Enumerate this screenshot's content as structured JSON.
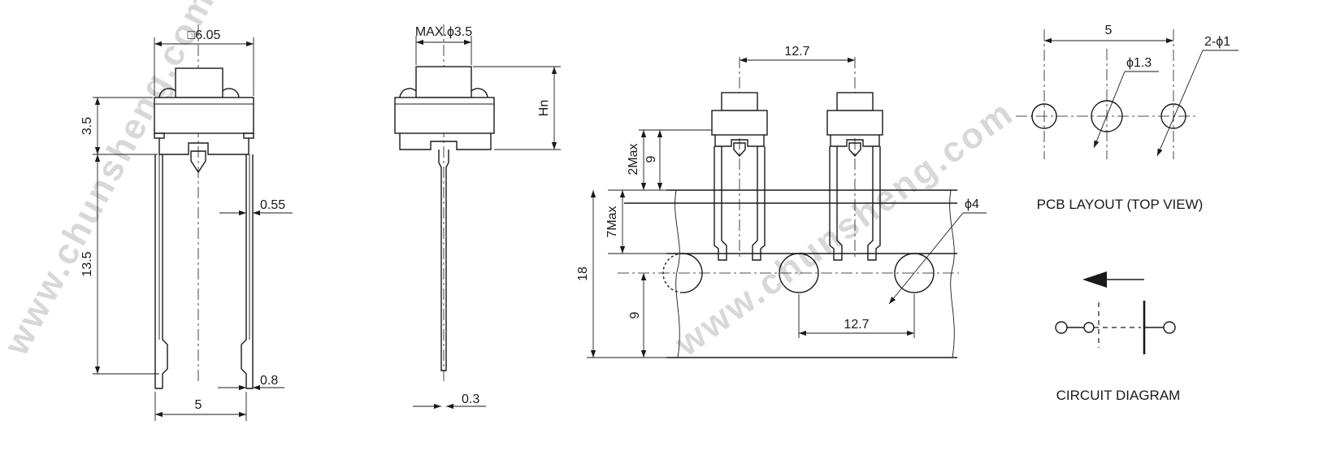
{
  "watermark": "www.chunsheng.com",
  "front_view": {
    "top_size": "□6.05",
    "body_height": "3.5",
    "leg_length": "13.5",
    "leg_width": "0.55",
    "pin_width": "0.8",
    "pin_pitch": "5"
  },
  "side_view": {
    "cap_diameter": "MAX.ϕ3.5",
    "height_label": "Hn",
    "pin_thickness": "0.3"
  },
  "tape_view": {
    "pitch_top": "12.7",
    "pitch_bottom": "12.7",
    "max_2": "2Max",
    "nine_top": "9",
    "max_7": "7Max",
    "eighteen": "18",
    "nine_bottom": "9",
    "hole_diameter": "ϕ4"
  },
  "pcb_layout": {
    "pitch": "5",
    "hole_large": "ϕ1.3",
    "hole_small": "2-ϕ1",
    "caption": "PCB LAYOUT (TOP VIEW)"
  },
  "circuit": {
    "caption": "CIRCUIT DIAGRAM"
  }
}
